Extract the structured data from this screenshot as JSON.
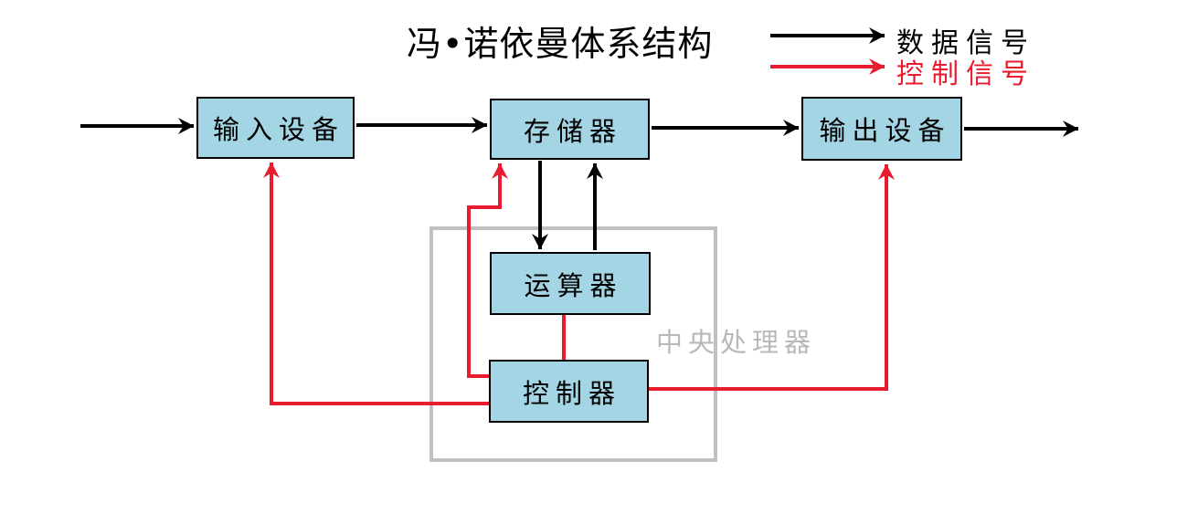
{
  "title": "冯•诺依曼体系结构",
  "legend": {
    "data_signal": {
      "label": "数据信号",
      "color": "#000000"
    },
    "control_signal": {
      "label": "控制信号",
      "color": "#e81c2e"
    }
  },
  "nodes": {
    "input": {
      "label": "输入设备"
    },
    "memory": {
      "label": "存储器"
    },
    "output": {
      "label": "输出设备"
    },
    "alu": {
      "label": "运算器"
    },
    "control": {
      "label": "控制器"
    },
    "cpu": {
      "label": "中央处理器"
    }
  },
  "edges": [
    {
      "from": "external",
      "to": "input",
      "type": "data"
    },
    {
      "from": "input",
      "to": "memory",
      "type": "data"
    },
    {
      "from": "memory",
      "to": "output",
      "type": "data"
    },
    {
      "from": "output",
      "to": "external",
      "type": "data"
    },
    {
      "from": "memory",
      "to": "alu",
      "type": "data"
    },
    {
      "from": "alu",
      "to": "memory",
      "type": "data"
    },
    {
      "from": "control",
      "to": "memory",
      "type": "control"
    },
    {
      "from": "control",
      "to": "input",
      "type": "control"
    },
    {
      "from": "control",
      "to": "output",
      "type": "control"
    },
    {
      "from": "alu",
      "to": "control",
      "type": "control-link"
    }
  ],
  "colors": {
    "node_fill": "#a3d5e4",
    "node_border": "#000000",
    "data_signal": "#000000",
    "control_signal": "#e81c2e",
    "cpu_outline": "#c0c0c0",
    "cpu_label": "#b9b9b9",
    "background": "#ffffff"
  }
}
